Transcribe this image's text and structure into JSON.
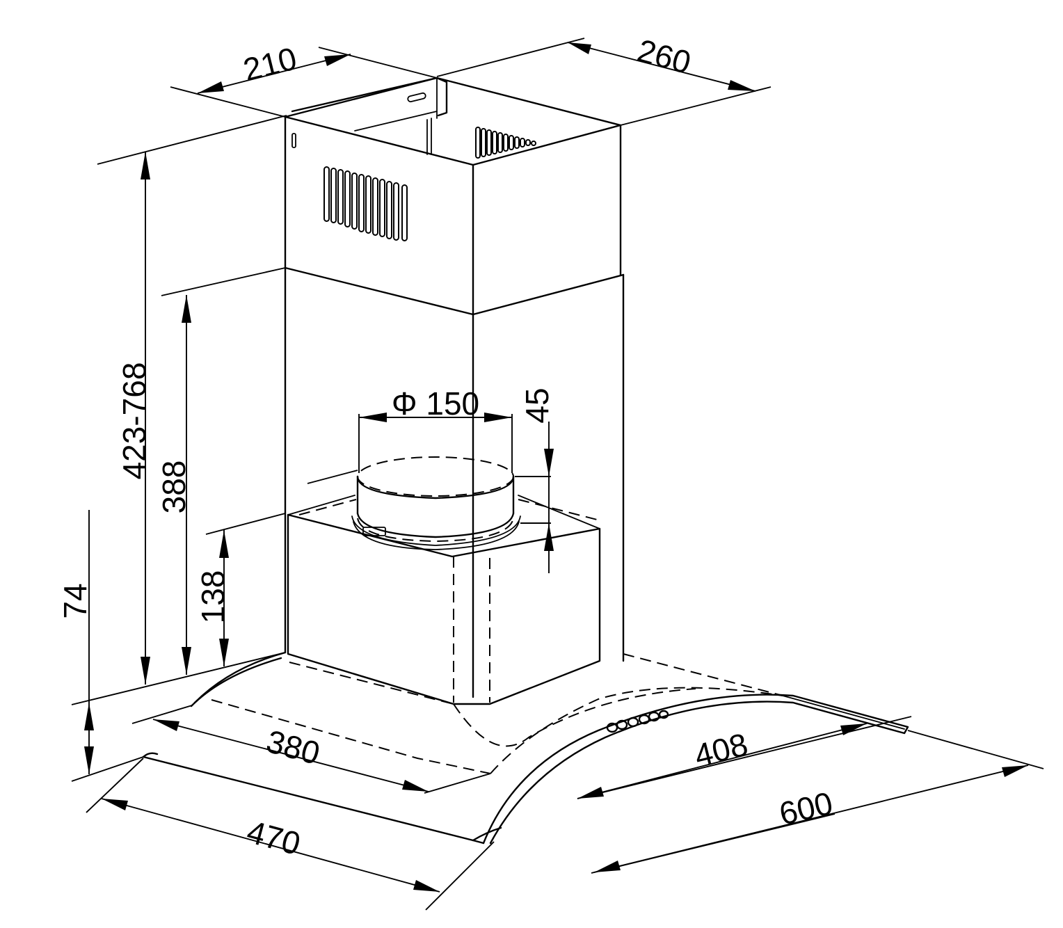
{
  "dimensions": {
    "duct_width": "210",
    "duct_depth": "260",
    "height_range": "423-768",
    "upper_height": "388",
    "lower_height": "138",
    "canopy_height": "74",
    "outlet_diameter": "Φ 150",
    "outlet_height": "45",
    "glass_depth": "380",
    "glass_width": "408",
    "canopy_depth": "470",
    "canopy_width": "600"
  }
}
